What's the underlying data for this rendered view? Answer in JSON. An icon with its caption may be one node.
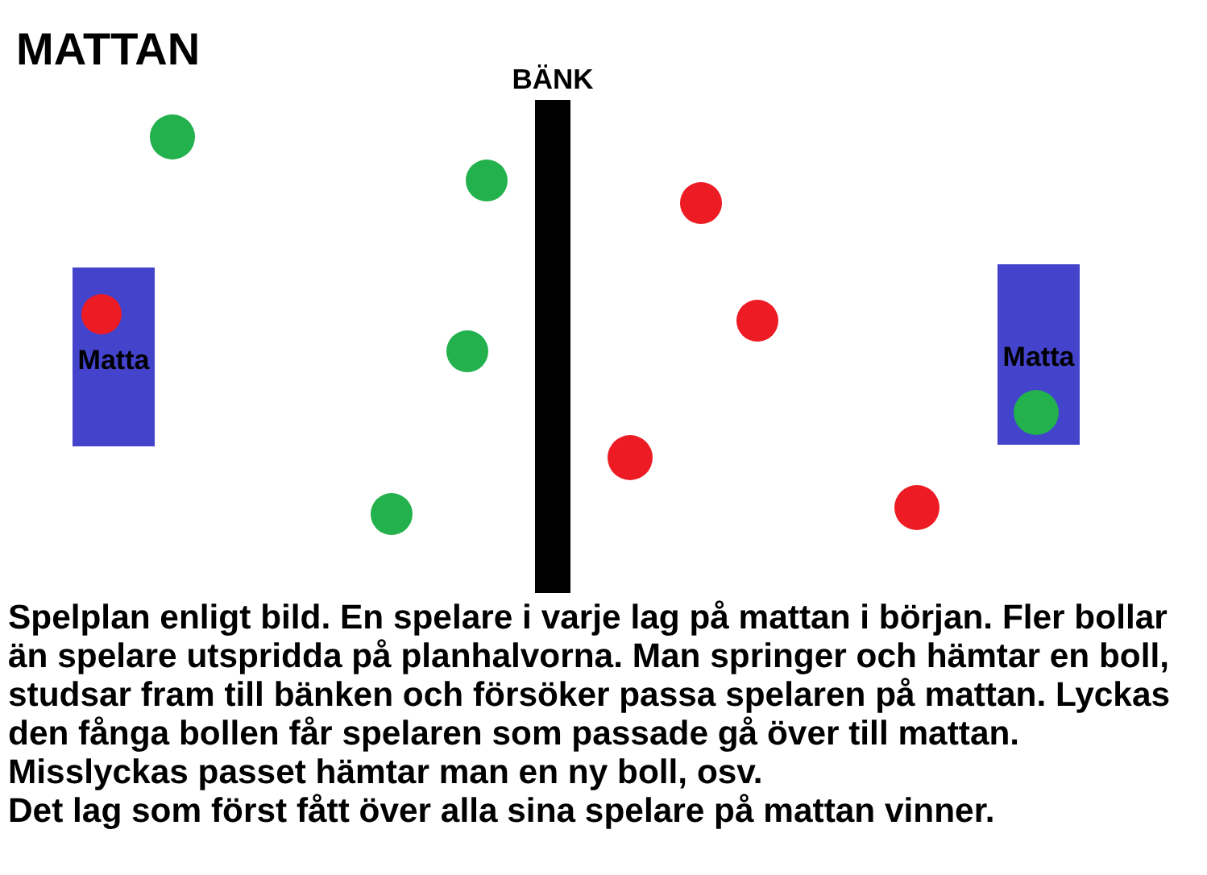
{
  "diagram": {
    "title": "MATTAN",
    "nodes": [
      {
        "text": [
          "Matta"
        ]
      },
      {
        "text": [
          "BÄNK"
        ]
      },
      {
        "text": [
          "Matta"
        ]
      }
    ],
    "labels": [
      "Spelplan enligt bild. En spelare i varje lag på mattan i början. Fler bollar än spelare utspridda på planhalvorna. Man springer och hämtar en boll, studsar fram till bänken och försöker passa spelaren på mattan. Lyckas den fånga bollen får spelaren som passade gå över till mattan.",
      "Misslyckas passet hämtar man en ny boll, osv.",
      "Det lag som först fått över alla sina spelare på mattan vinner."
    ]
  }
}
